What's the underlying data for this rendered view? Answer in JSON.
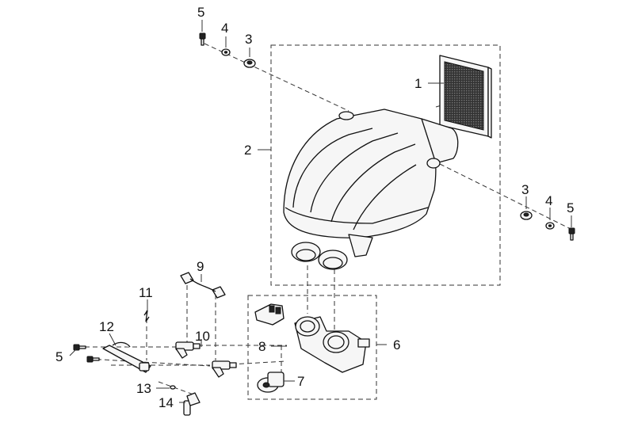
{
  "callouts": {
    "c1": "1",
    "c2": "2",
    "c3a": "3",
    "c3b": "3",
    "c4a": "4",
    "c4b": "4",
    "c5a": "5",
    "c5b": "5",
    "c5c": "5",
    "c6": "6",
    "c7": "7",
    "c8": "8",
    "c9": "9",
    "c10": "10",
    "c11": "11",
    "c12": "12",
    "c13": "13",
    "c14": "14"
  }
}
